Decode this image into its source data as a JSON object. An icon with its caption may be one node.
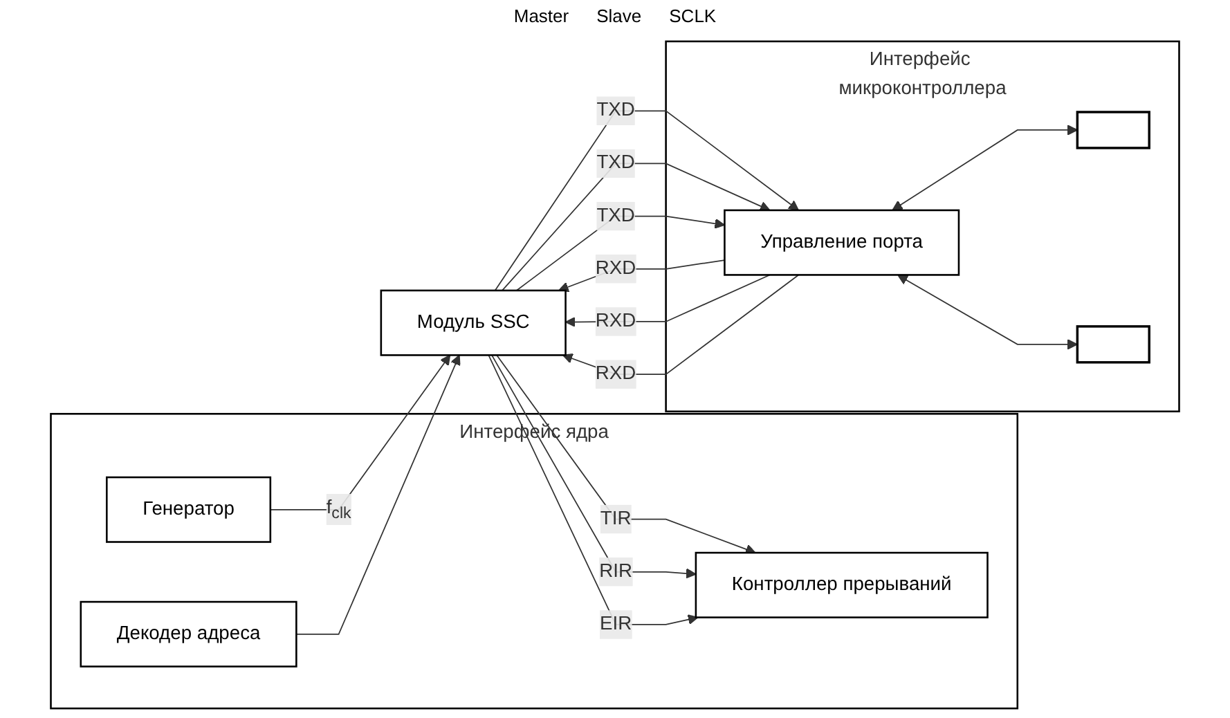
{
  "diagram": {
    "nodes": [
      {
        "text": [
          "Интерфейс ядра"
        ]
      },
      {
        "text": [
          "Генератор"
        ],
        "in": 0
      },
      {
        "text": [
          "Декодер адреса"
        ],
        "in": 0
      },
      {
        "text": [
          "Контроллер прерываний"
        ],
        "in": 0
      },
      {
        "text": [
          "Модуль SSC"
        ]
      },
      {
        "text": [
          "Интерфейс микроконтроллера"
        ]
      },
      {
        "text": [
          "Управление порта"
        ],
        "in": 5
      },
      {
        "text": [],
        "shape": "box",
        "in": 5
      },
      {
        "text": [],
        "shape": "box",
        "in": 5
      }
    ],
    "edges": [
      {
        "from": 1,
        "to": 4,
        "arrow": "to",
        "label": "f$_{clk}$"
      },
      {
        "from": 2,
        "to": 4,
        "arrow": "to"
      },
      {
        "from": 4,
        "to": 3,
        "arrow": "to",
        "label": "TIR"
      },
      {
        "from": 4,
        "to": 3,
        "arrow": "to",
        "label": "RIR"
      },
      {
        "from": 4,
        "to": 3,
        "arrow": "to",
        "label": "EIR"
      },
      {
        "from": 4,
        "to": 6,
        "arrow": "to",
        "label": "TXD"
      },
      {
        "from": 6,
        "to": 4,
        "arrow": "to",
        "label": "RXD"
      },
      {
        "from": 4,
        "to": 6,
        "arrow": "to",
        "label": "TXD"
      },
      {
        "from": 6,
        "to": 4,
        "arrow": "to",
        "label": "RXD"
      },
      {
        "from": 4,
        "to": 6,
        "arrow": "to",
        "label": "TXD"
      },
      {
        "from": 6,
        "to": 4,
        "arrow": "to",
        "label": "RXD"
      },
      {
        "from": 6,
        "to": 7,
        "arrow": "both"
      },
      {
        "from": 6,
        "to": 8,
        "arrow": "both"
      }
    ],
    "labels": [
      "Master",
      "Slave",
      "SCLK"
    ]
  }
}
